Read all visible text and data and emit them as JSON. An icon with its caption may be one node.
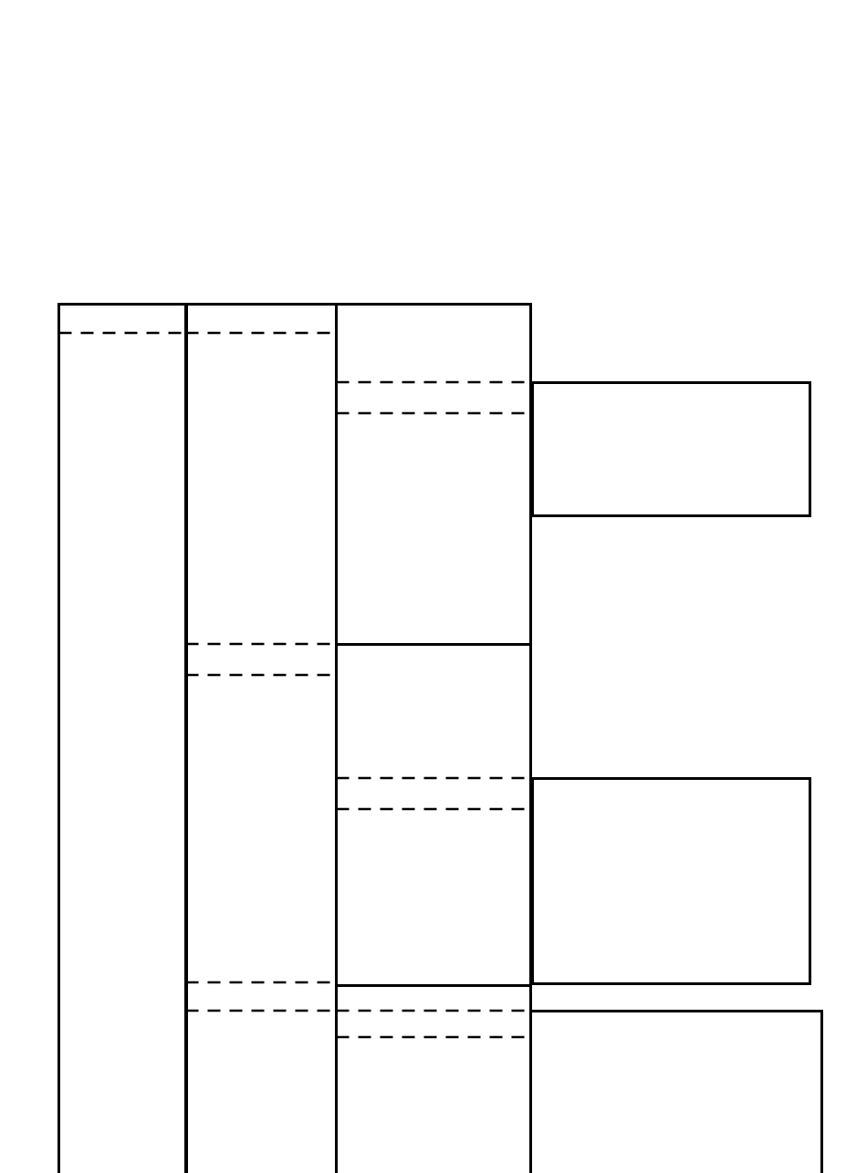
{
  "diagram": {
    "nodes": [
      {
        "text": [],
        "shape": "box"
      },
      {
        "text": [],
        "shape": "box"
      },
      {
        "text": [],
        "shape": "box"
      },
      {
        "text": [],
        "shape": "box"
      },
      {
        "text": [],
        "shape": "box"
      },
      {
        "text": [],
        "shape": "box"
      },
      {
        "text": [],
        "shape": "box"
      },
      {
        "text": [],
        "shape": "box"
      }
    ],
    "edges": [
      {
        "from": 0,
        "to": 1,
        "arrow": "none",
        "style": "dashed"
      },
      {
        "from": 1,
        "to": 2,
        "arrow": "none",
        "style": "dashed"
      },
      {
        "from": 2,
        "to": 3,
        "arrow": "none",
        "style": "dashed"
      },
      {
        "from": 2,
        "to": 3,
        "arrow": "none",
        "style": "dashed"
      },
      {
        "from": 1,
        "to": 4,
        "arrow": "none",
        "style": "dashed"
      },
      {
        "from": 1,
        "to": 4,
        "arrow": "none",
        "style": "dashed"
      },
      {
        "from": 4,
        "to": 5,
        "arrow": "none",
        "style": "dashed"
      },
      {
        "from": 4,
        "to": 5,
        "arrow": "none",
        "style": "dashed"
      },
      {
        "from": 1,
        "to": 4,
        "arrow": "none",
        "style": "dashed"
      },
      {
        "from": 1,
        "to": 6,
        "arrow": "none",
        "style": "dashed"
      },
      {
        "from": 6,
        "to": 7,
        "arrow": "none",
        "style": "dashed"
      },
      {
        "from": 6,
        "to": 7,
        "arrow": "none",
        "style": "dashed"
      }
    ]
  }
}
